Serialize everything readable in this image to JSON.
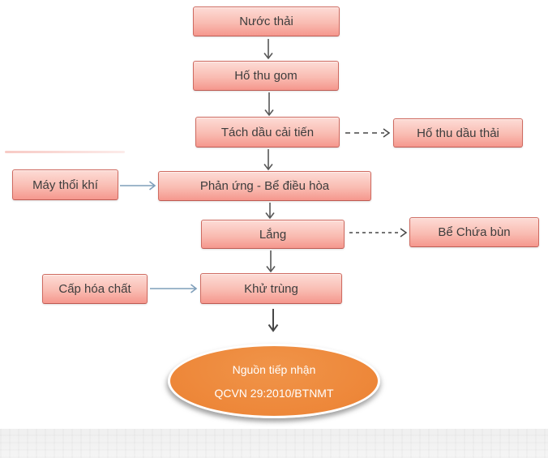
{
  "diagram": {
    "type": "flowchart",
    "language": "vi",
    "nodes": {
      "nuoc_thai": {
        "label": "Nước thải"
      },
      "ho_thu_gom": {
        "label": "Hố thu gom"
      },
      "tach_dau_cai_tien": {
        "label": "Tách dầu cải tiến"
      },
      "ho_thu_dau_thai": {
        "label": "Hố thu dầu thải"
      },
      "may_thoi_khi": {
        "label": "Máy thổi khí"
      },
      "phan_ung_be_dieu_hoa": {
        "label": "Phản ứng - Bể điều hòa"
      },
      "lang": {
        "label": "Lắng"
      },
      "be_chua_bun": {
        "label": "Bể Chứa bùn"
      },
      "cap_hoa_chat": {
        "label": "Cấp hóa chất"
      },
      "khu_trung": {
        "label": "Khử trùng"
      },
      "nguon_tiep_nhan": {
        "label_line1": "Nguồn tiếp nhận",
        "label_line2": "QCVN 29:2010/BTNMT"
      }
    },
    "edges": [
      {
        "from": "nuoc_thai",
        "to": "ho_thu_gom",
        "style": "solid-gray"
      },
      {
        "from": "ho_thu_gom",
        "to": "tach_dau_cai_tien",
        "style": "solid-gray"
      },
      {
        "from": "tach_dau_cai_tien",
        "to": "ho_thu_dau_thai",
        "style": "dashed-gray"
      },
      {
        "from": "tach_dau_cai_tien",
        "to": "phan_ung_be_dieu_hoa",
        "style": "solid-gray"
      },
      {
        "from": "may_thoi_khi",
        "to": "phan_ung_be_dieu_hoa",
        "style": "solid-blue"
      },
      {
        "from": "phan_ung_be_dieu_hoa",
        "to": "lang",
        "style": "solid-gray"
      },
      {
        "from": "lang",
        "to": "be_chua_bun",
        "style": "dashed-gray"
      },
      {
        "from": "lang",
        "to": "khu_trung",
        "style": "solid-gray"
      },
      {
        "from": "cap_hoa_chat",
        "to": "khu_trung",
        "style": "solid-blue"
      },
      {
        "from": "khu_trung",
        "to": "nguon_tiep_nhan",
        "style": "solid-gray"
      }
    ],
    "colors": {
      "box_border": "#cf6a60",
      "box_fill_top": "#fddcd6",
      "box_fill_bottom": "#f5978d",
      "box_text": "#3d3d3d",
      "terminal_fill": "#ee8a3e",
      "terminal_text": "#ffffff",
      "arrow_gray": "#575757",
      "arrow_blue": "#7f9fba",
      "footer_strip": "#f2f2f2"
    }
  }
}
